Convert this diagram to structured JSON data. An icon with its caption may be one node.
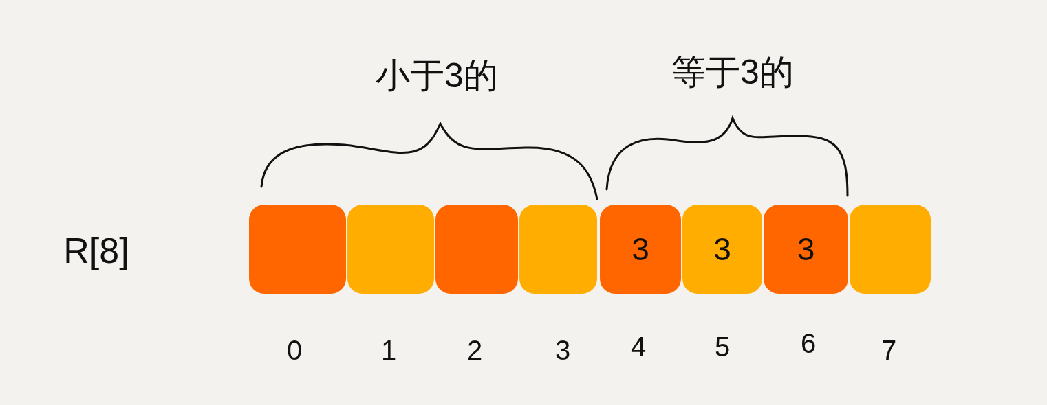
{
  "diagram": {
    "nodes": [
      {
        "text": [],
        "shape": "box"
      },
      {
        "text": [],
        "shape": "box"
      },
      {
        "text": [],
        "shape": "box"
      },
      {
        "text": [],
        "shape": "box"
      },
      {
        "text": [
          "3"
        ]
      },
      {
        "text": [
          "3"
        ]
      },
      {
        "text": [
          "3"
        ]
      },
      {
        "text": [],
        "shape": "box"
      }
    ],
    "edges": [],
    "labels": [
      "小于3的",
      "等于3的",
      "R[8]",
      "0",
      "1",
      "2",
      "3",
      "4",
      "5",
      "6",
      "7"
    ]
  }
}
